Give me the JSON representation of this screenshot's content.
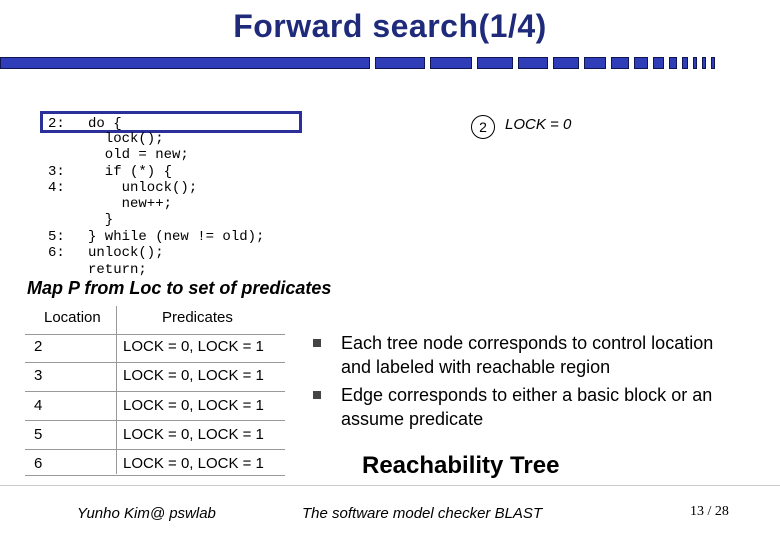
{
  "slide": {
    "title": "Forward search(1/4)",
    "accent_color": "#1f2a7a",
    "bar_color": "#2f3db8"
  },
  "code": {
    "line_numbers": [
      "2:",
      "",
      "",
      "3:",
      "4:",
      "",
      "",
      "5:",
      "6:"
    ],
    "lines": [
      "do {",
      "  lock();",
      "  old = new;",
      "  if (*) {",
      "    unlock();",
      "    new++;",
      "  }",
      "} while (new != old);",
      "unlock();",
      "return;"
    ]
  },
  "tree_node": {
    "id": "2",
    "label": "LOCK = 0"
  },
  "map": {
    "title": "Map P from Loc to set of predicates",
    "headers": [
      "Location",
      "Predicates"
    ],
    "rows": [
      {
        "loc": "2",
        "pred": "LOCK = 0, LOCK = 1"
      },
      {
        "loc": "3",
        "pred": "LOCK = 0, LOCK = 1"
      },
      {
        "loc": "4",
        "pred": "LOCK = 0, LOCK = 1"
      },
      {
        "loc": "5",
        "pred": "LOCK = 0, LOCK = 1"
      },
      {
        "loc": "6",
        "pred": "LOCK = 0, LOCK = 1"
      }
    ]
  },
  "bullets": [
    "Each tree node corresponds to control location and labeled with reachable region",
    "Edge corresponds to either a basic block or an assume predicate"
  ],
  "reach_title": "Reachability Tree",
  "footer": {
    "author": "Yunho Kim@ pswlab",
    "center": "The software model checker BLAST",
    "page": "13 / 28"
  }
}
